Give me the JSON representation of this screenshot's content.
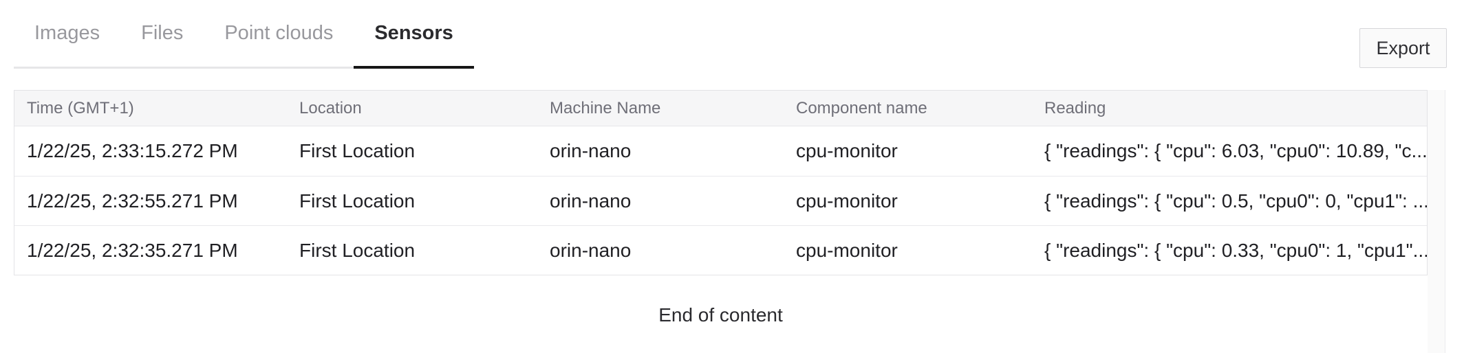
{
  "tabs": {
    "items": [
      {
        "label": "Images",
        "active": false
      },
      {
        "label": "Files",
        "active": false
      },
      {
        "label": "Point clouds",
        "active": false
      },
      {
        "label": "Sensors",
        "active": true
      }
    ]
  },
  "toolbar": {
    "export_label": "Export"
  },
  "table": {
    "columns": [
      "Time (GMT+1)",
      "Location",
      "Machine Name",
      "Component name",
      "Reading"
    ],
    "rows": [
      {
        "time": "1/22/25, 2:33:15.272 PM",
        "location": "First Location",
        "machine_name": "orin-nano",
        "component_name": "cpu-monitor",
        "reading": "{ \"readings\": { \"cpu\": 6.03, \"cpu0\": 10.89, \"c..."
      },
      {
        "time": "1/22/25, 2:32:55.271 PM",
        "location": "First Location",
        "machine_name": "orin-nano",
        "component_name": "cpu-monitor",
        "reading": "{ \"readings\": { \"cpu\": 0.5, \"cpu0\": 0, \"cpu1\": ..."
      },
      {
        "time": "1/22/25, 2:32:35.271 PM",
        "location": "First Location",
        "machine_name": "orin-nano",
        "component_name": "cpu-monitor",
        "reading": "{ \"readings\": { \"cpu\": 0.33, \"cpu0\": 1, \"cpu1\"..."
      }
    ]
  },
  "footer": {
    "end_of_content": "End of content"
  },
  "colors": {
    "active_tab_underline": "#161616",
    "inactive_tab_text": "#98989d",
    "active_tab_text": "#2b2b2e",
    "table_border": "#e3e3e6",
    "header_bg": "#f6f6f7",
    "header_text": "#6f6f78",
    "body_text": "#202024",
    "button_bg": "#fafafa",
    "button_border": "#d6d6d9"
  }
}
